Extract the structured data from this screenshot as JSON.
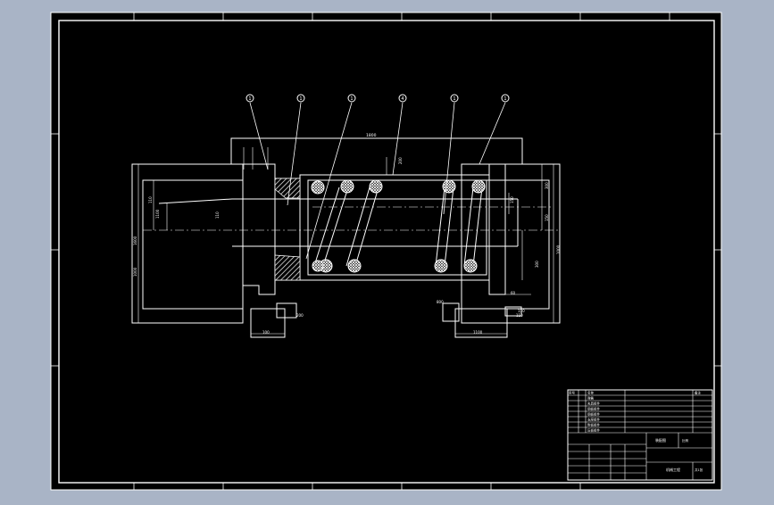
{
  "colors": {
    "background": "#a9b4c6",
    "sheet": "#000000",
    "lines": "#ffffff"
  },
  "balloons": [
    "1",
    "1",
    "1",
    "4",
    "1",
    "1"
  ],
  "dimensions": {
    "overall_top": "1800",
    "top_small": "200",
    "left_height": "1600",
    "left_mid": "1000",
    "left_upper": "110",
    "left_inner": "1100",
    "left_inner2": "110",
    "right_height": "1000",
    "right_upper": "300",
    "right_mid": "150",
    "right_lower": "300",
    "right_small": "150",
    "right_dim": "60",
    "bottom_left": "200",
    "bottom_left2": "100",
    "bottom_mid": "800",
    "bottom_right": "110",
    "bottom_right2": "1100",
    "right_base": "110"
  },
  "title_block": {
    "header": "序号",
    "header2": "名称",
    "header3": "备注",
    "rows": [
      "弹簧",
      "夹具组件",
      "钢板组件",
      "钢板组件",
      "支座组件",
      "附板组件",
      "压板组件"
    ],
    "drawing_title": "装配图",
    "scale_label": "比例",
    "company": "机械工程",
    "sheet_label": "共1张"
  }
}
